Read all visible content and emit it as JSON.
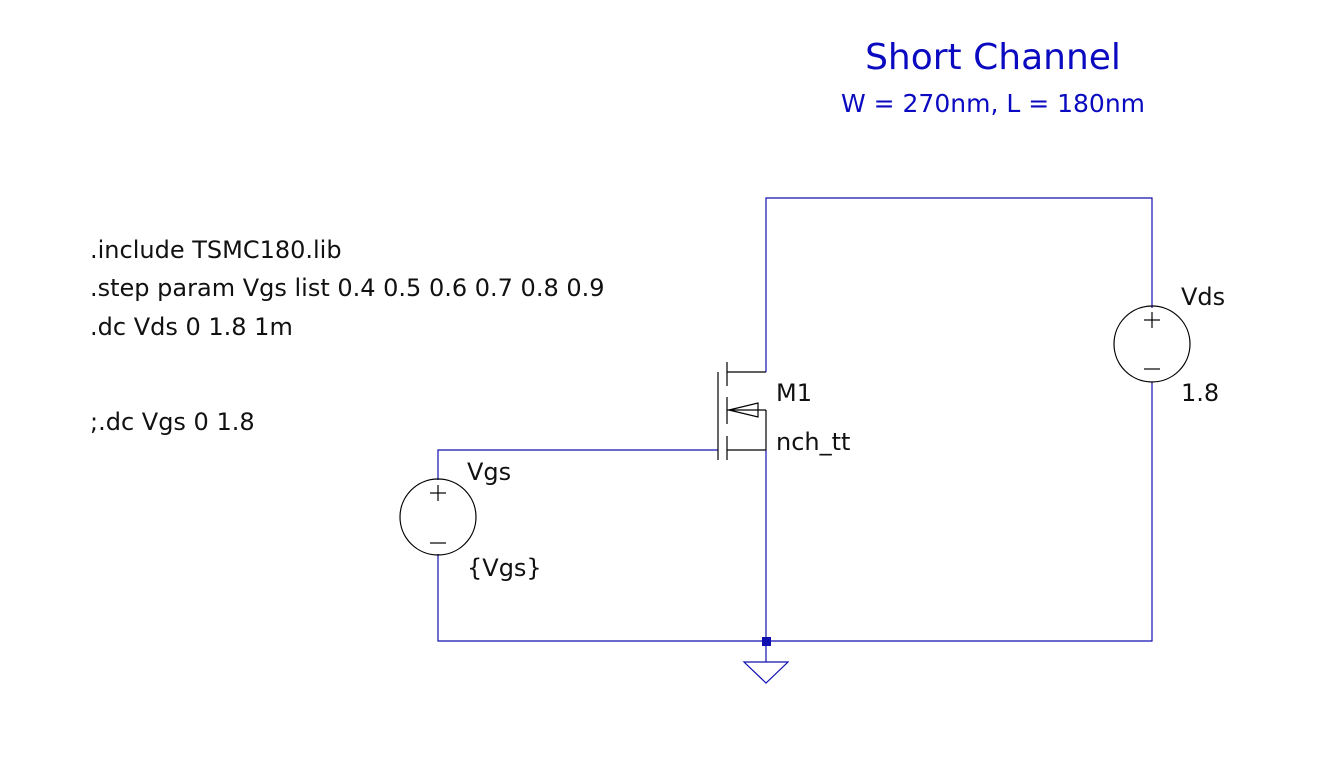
{
  "title": {
    "main": "Short Channel",
    "sub": "W = 270nm, L = 180nm",
    "color": "#0a0ac0"
  },
  "directives": [
    ".include TSMC180.lib",
    ".step param Vgs list 0.4 0.5 0.6 0.7 0.8 0.9",
    ".dc Vds 0 1.8 1m"
  ],
  "comment": ";.dc Vgs 0 1.8",
  "components": {
    "mosfet": {
      "name": "M1",
      "model": "nch_tt"
    },
    "vgs_source": {
      "name": "Vgs",
      "value": "{Vgs}"
    },
    "vds_source": {
      "name": "Vds",
      "value": "1.8"
    }
  },
  "colors": {
    "wire": "#1010b0",
    "symbol": "#000000",
    "junction": "#1010b0",
    "text": "#111111"
  }
}
